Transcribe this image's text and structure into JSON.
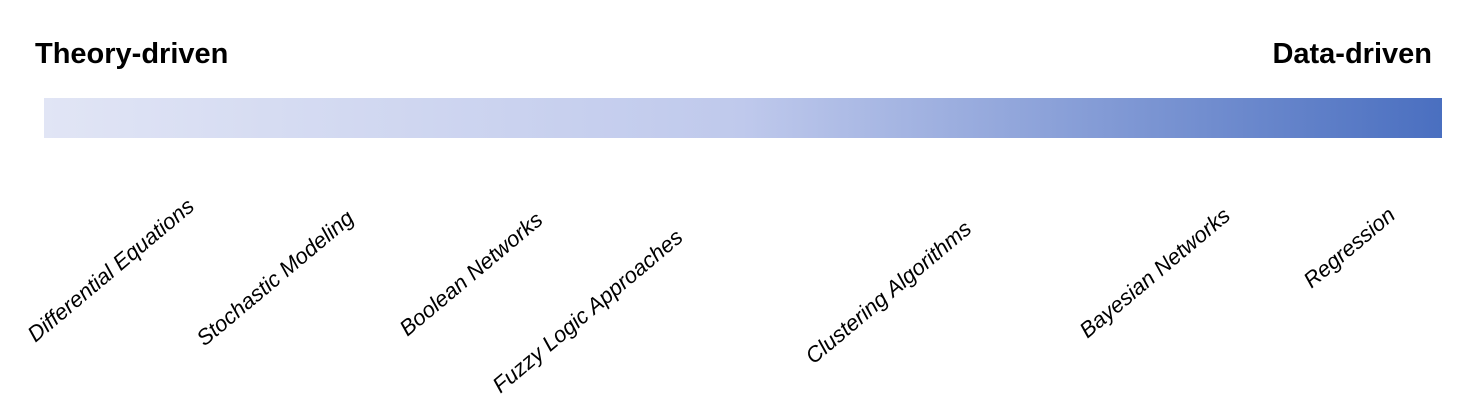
{
  "left_label": "Theory-driven",
  "right_label": "Data-driven",
  "bar": {
    "gradient_start": "#e1e5f5",
    "gradient_mid": "#bfc9ec",
    "gradient_end": "#4a6fc0"
  },
  "methods": [
    "Differential Equations",
    "Stochastic Modeling",
    "Boolean Networks",
    "Fuzzy Logic Approaches",
    "Clustering Algorithms",
    "Bayesian Networks",
    "Regression"
  ]
}
